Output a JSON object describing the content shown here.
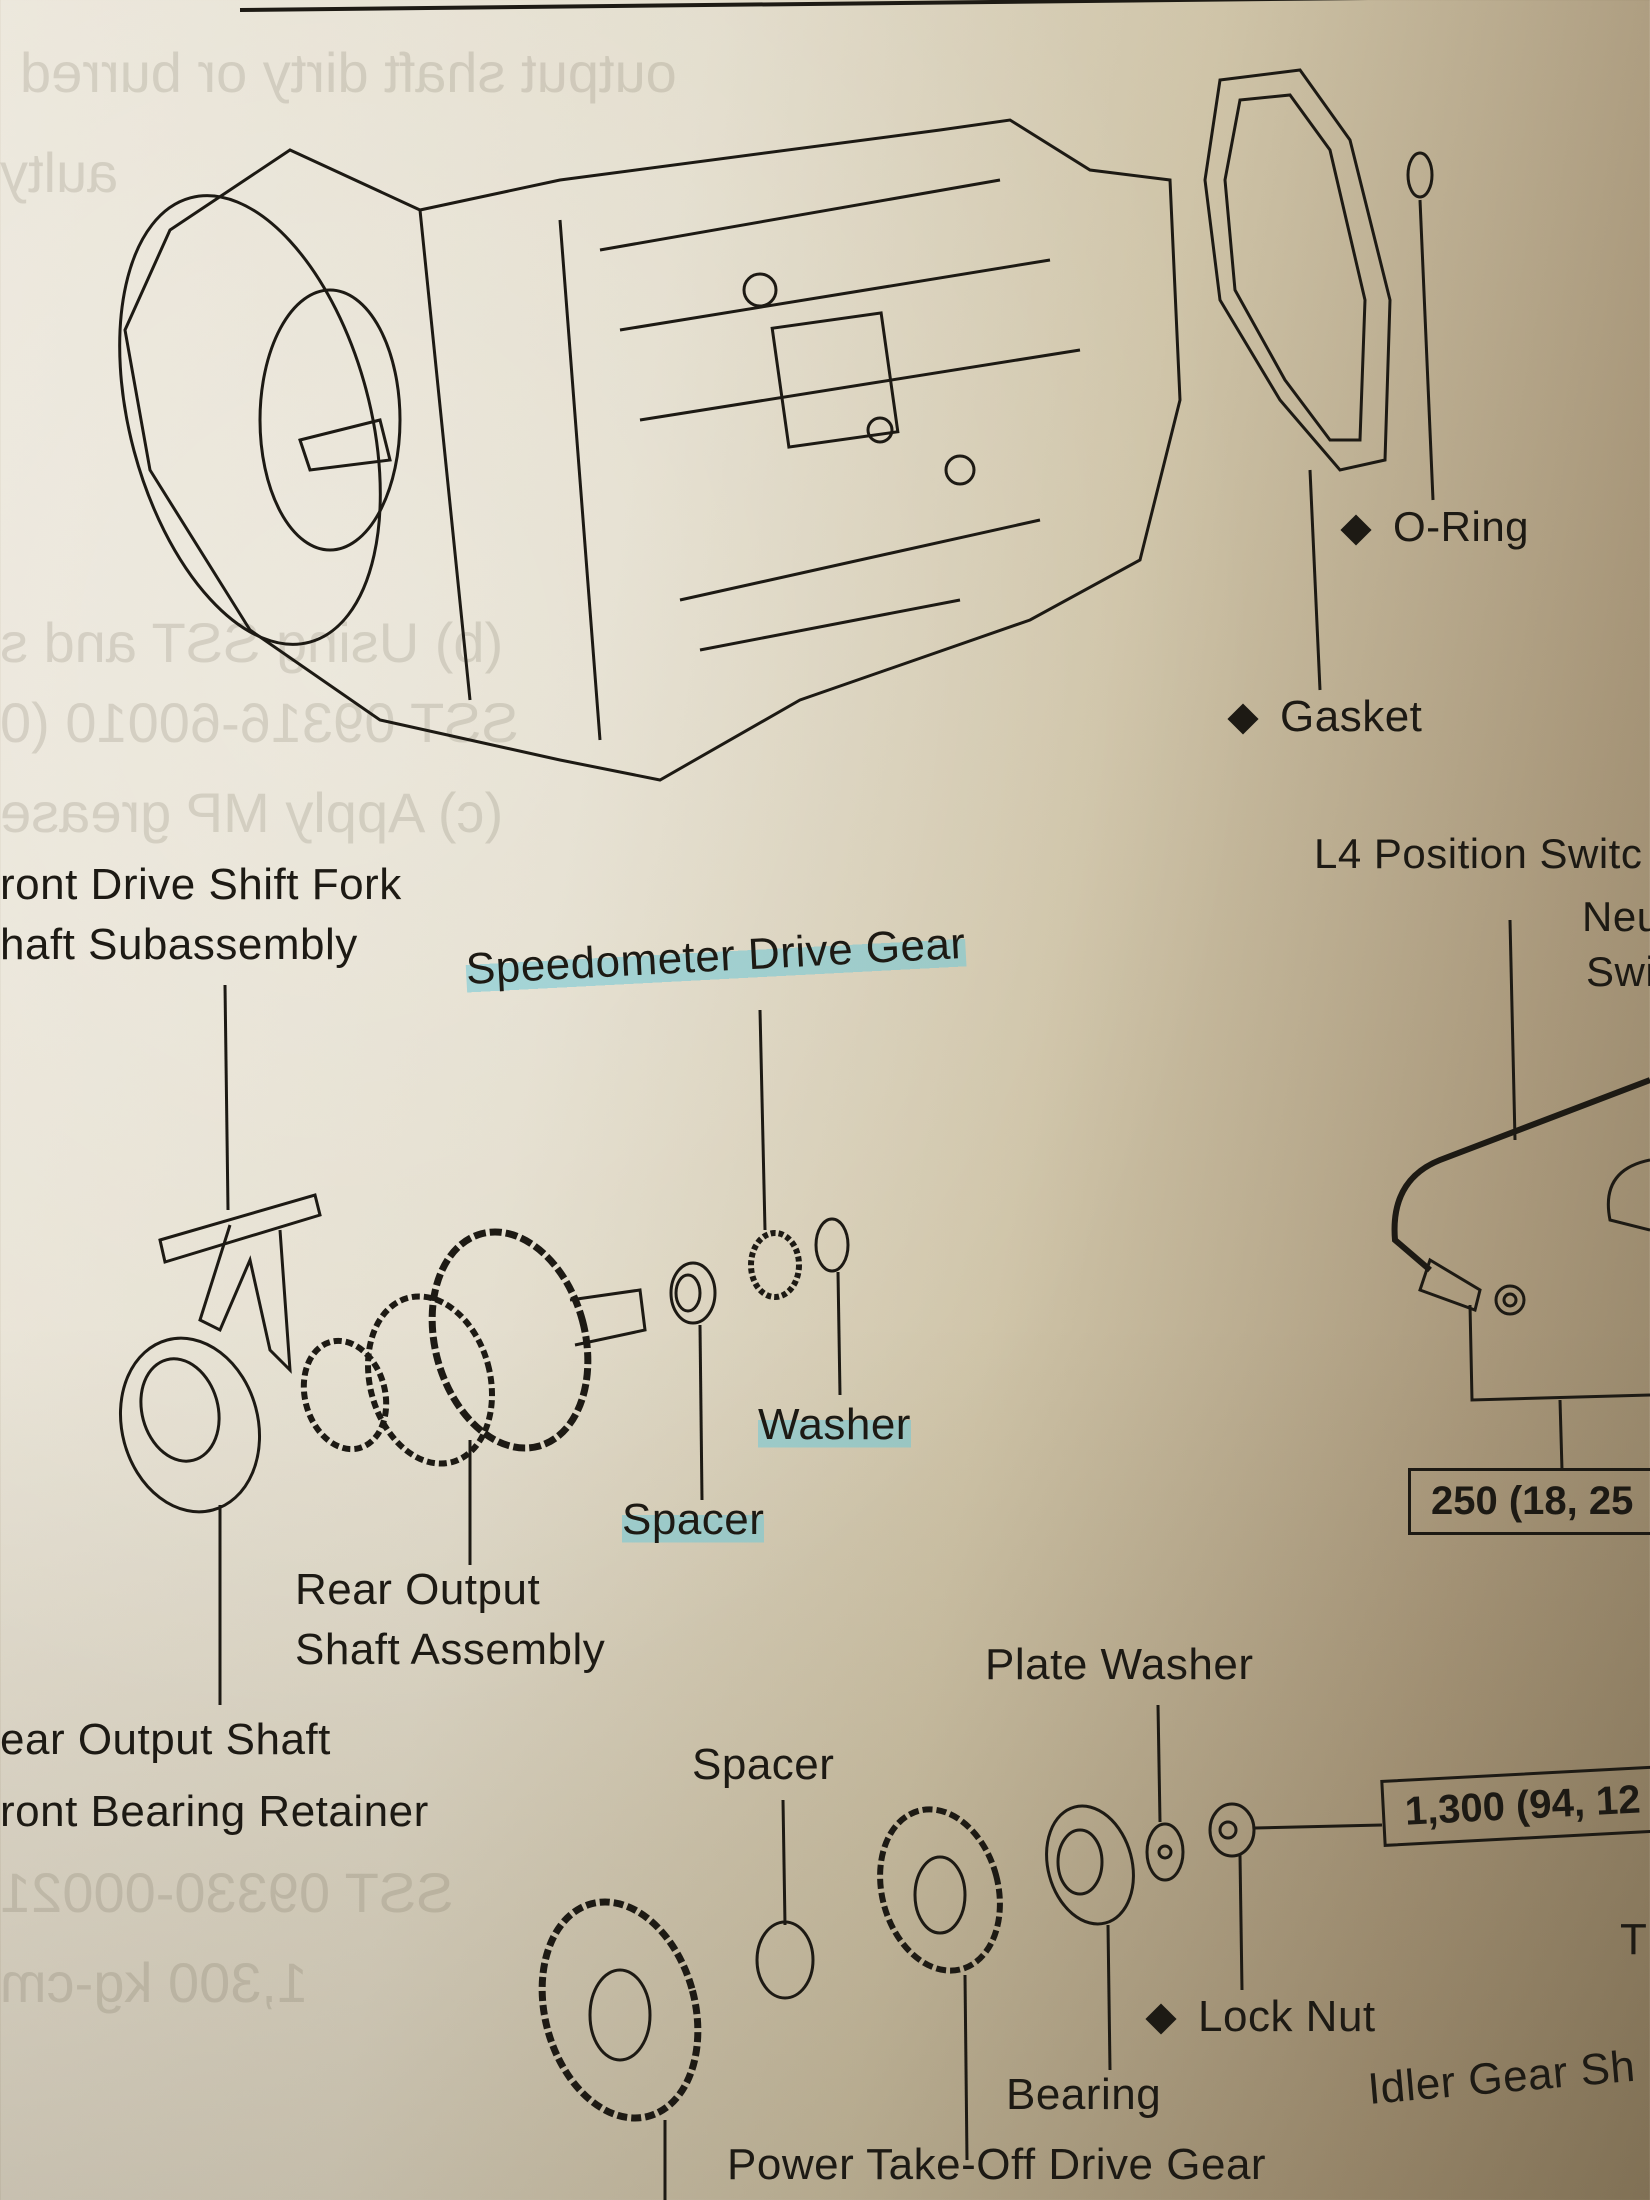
{
  "labels": {
    "o_ring": "O-Ring",
    "gasket": "Gasket",
    "l4_switch": "L4 Position Switc",
    "neutral_1": "Neut",
    "neutral_2": "Swi",
    "torque_switch": "250 (18, 25",
    "front_fork_1": "ront Drive Shift Fork",
    "front_fork_2": "haft Subassembly",
    "speedo_gear": "Speedometer Drive Gear",
    "washer": "Washer",
    "spacer_1": "Spacer",
    "rear_output_1": "Rear Output",
    "rear_output_2": "Shaft Assembly",
    "retainer_1": "ear Output Shaft",
    "retainer_2": "ront Bearing Retainer",
    "plate_washer": "Plate Washer",
    "spacer_2": "Spacer",
    "torque_nut": "1,300 (94, 12",
    "lock_nut": "Lock Nut",
    "bearing": "Bearing",
    "idler_shaft": "Idler Gear Sh",
    "pto_gear": "Power Take-Off Drive Gear",
    "edge_t": "T"
  },
  "bleed_through": [
    "output shaft dirty or burred",
    "aulty",
    "(b) Using SST and s",
    "SST 09316-60010 (0",
    "(c) Apply MP grease",
    "SST 09330-00021",
    "1,300 kg-cm"
  ],
  "colors": {
    "highlight": "#6ec8d7",
    "ink": "#1d1a14"
  }
}
